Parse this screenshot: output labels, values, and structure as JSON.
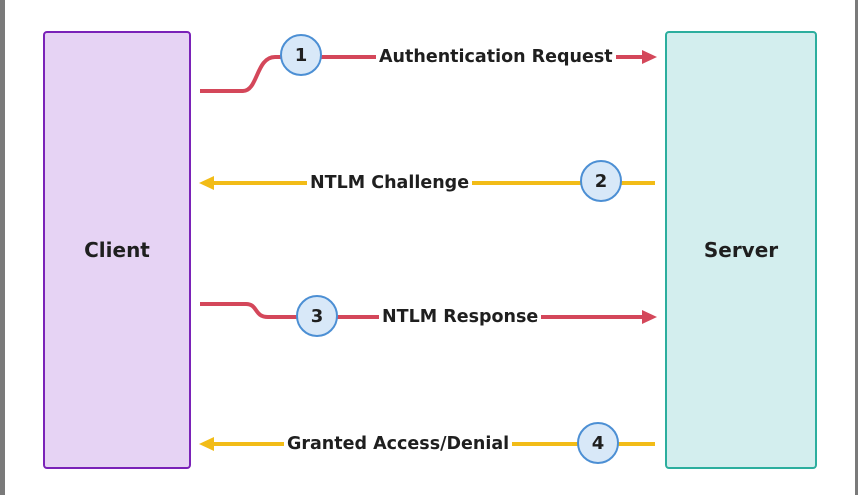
{
  "client_label": "Client",
  "server_label": "Server",
  "colors": {
    "request_arrow": "#d4475a",
    "response_arrow": "#f2bc17",
    "client_fill": "#e6d3f4",
    "client_border": "#7a22b8",
    "server_fill": "#d3eeee",
    "server_border": "#2cae9e",
    "step_fill": "#d8e8f8",
    "step_border": "#4c8fd4"
  },
  "steps": [
    {
      "number": "1",
      "label": "Authentication Request"
    },
    {
      "number": "2",
      "label": "NTLM Challenge"
    },
    {
      "number": "3",
      "label": "NTLM Response"
    },
    {
      "number": "4",
      "label": "Granted Access/Denial"
    }
  ]
}
